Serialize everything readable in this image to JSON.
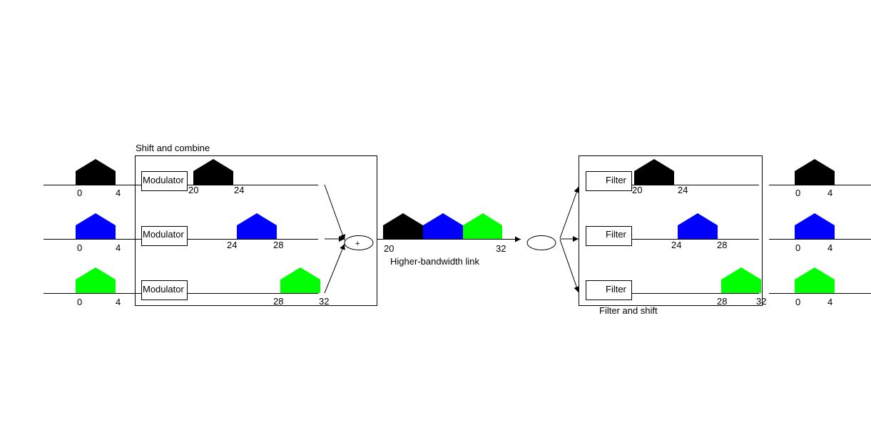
{
  "colors": {
    "black": "#000000",
    "blue": "#0000ff",
    "green": "#00ff00",
    "line": "#000000",
    "background": "#ffffff"
  },
  "shift_block": {
    "title": "Shift and combine",
    "modulator_label": "Modulator",
    "combiner_symbol": "+"
  },
  "filter_block": {
    "title": "Filter and shift",
    "filter_label": "Filter"
  },
  "link": {
    "label": "Higher-bandwidth link",
    "start_tick": "20",
    "end_tick": "32"
  },
  "channels": [
    {
      "color": "black",
      "input_ticks": [
        "0",
        "4"
      ],
      "shifted_ticks": [
        "20",
        "24"
      ],
      "filter_ticks": [
        "20",
        "24"
      ],
      "output_ticks": [
        "0",
        "4"
      ]
    },
    {
      "color": "blue",
      "input_ticks": [
        "0",
        "4"
      ],
      "shifted_ticks": [
        "24",
        "28"
      ],
      "filter_ticks": [
        "24",
        "28"
      ],
      "output_ticks": [
        "0",
        "4"
      ]
    },
    {
      "color": "green",
      "input_ticks": [
        "0",
        "4"
      ],
      "shifted_ticks": [
        "28",
        "32"
      ],
      "filter_ticks": [
        "28",
        "32"
      ],
      "output_ticks": [
        "0",
        "4"
      ]
    }
  ]
}
